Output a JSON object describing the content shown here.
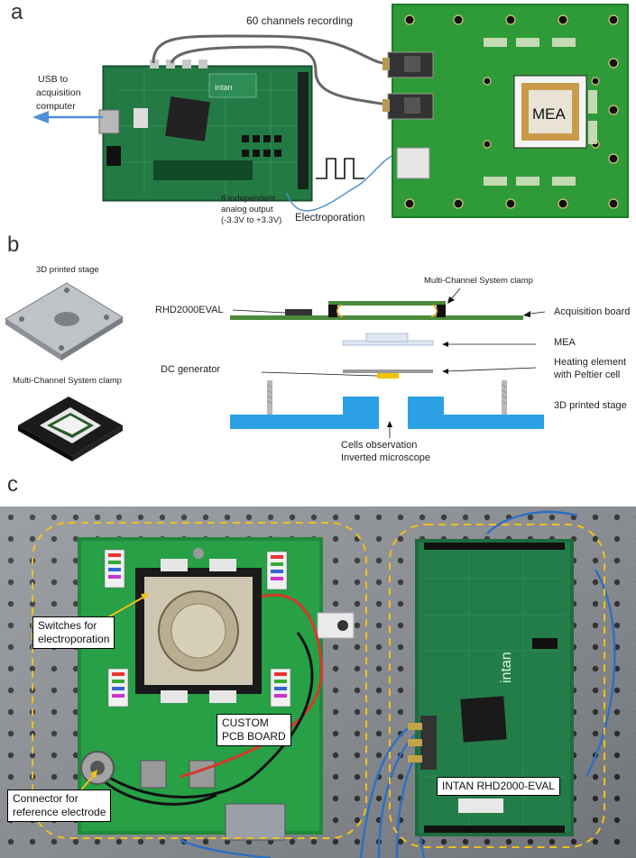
{
  "panel_a": {
    "letter": "a",
    "channels_label": "60 channels recording",
    "usb_label": [
      "USB to",
      "acquisition",
      "computer"
    ],
    "analog_label": [
      "8 independent",
      "analog output",
      "(-3.3V to +3.3V)"
    ],
    "electroporation_label": "Electroporation",
    "mea_label": "MEA",
    "board_silk": "intan"
  },
  "panel_b": {
    "letter": "b",
    "stage_title": "3D printed stage",
    "clamp_title": "Multi-Channel  System clamp",
    "diagram_labels": {
      "clamp": "Multi-Channel  System clamp",
      "rhd": "RHD2000EVAL",
      "acquisition": "Acquisition board",
      "mea": "MEA",
      "dc": "DC generator",
      "heating_1": "Heating element",
      "heating_2": "with Peltier cell",
      "stage": "3D printed stage",
      "cells_1": "Cells observation",
      "cells_2": "Inverted microscope"
    }
  },
  "panel_c": {
    "letter": "c",
    "switches_label": [
      "Switches for",
      "electroporation"
    ],
    "custom_pcb_label": [
      "CUSTOM",
      "PCB BOARD"
    ],
    "connector_label": [
      "Connector for",
      "reference electrode"
    ],
    "intan_label": "INTAN RHD2000-EVAL"
  }
}
